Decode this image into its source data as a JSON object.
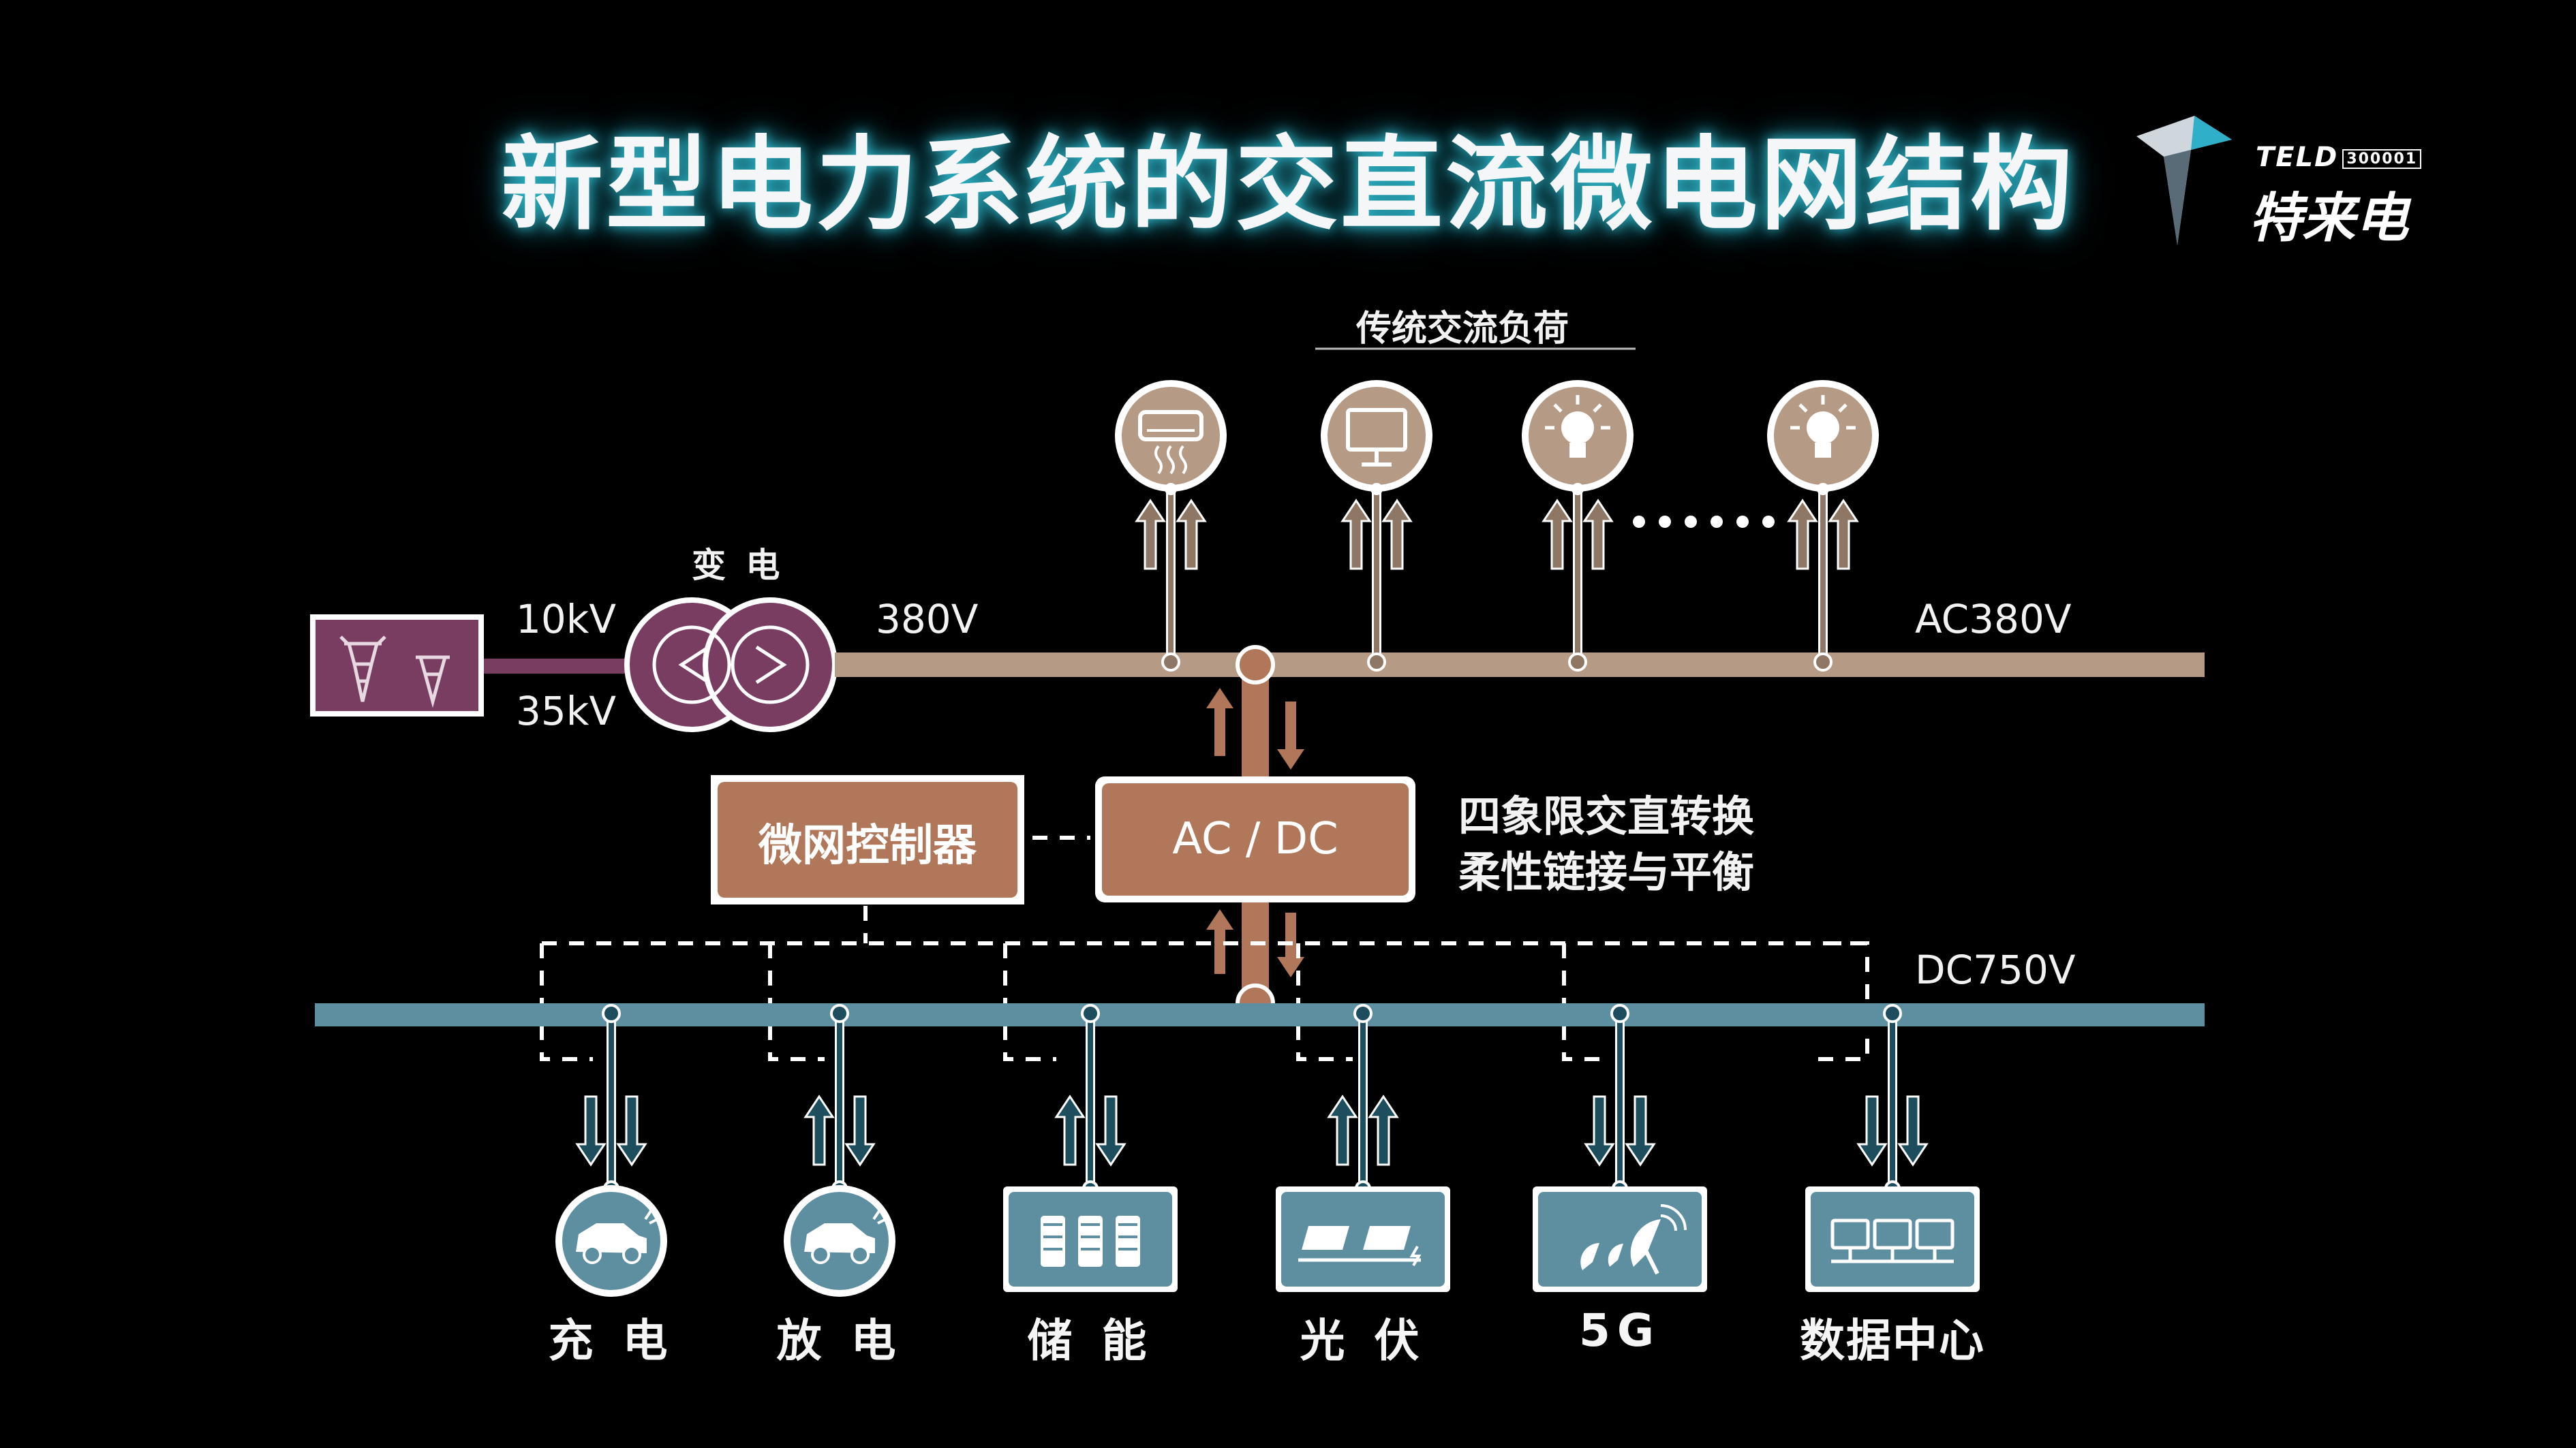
{
  "title": "新型电力系统的交直流微电网结构",
  "logo": {
    "brand_en": "TELD",
    "code": "300001",
    "brand_cn": "特来电"
  },
  "grid": {
    "label_transform": "变 电",
    "input_voltage_top": "10kV",
    "input_voltage_bottom": "35kV",
    "output_voltage": "380V"
  },
  "ac_bus": {
    "label": "AC380V",
    "color": "#b59b86"
  },
  "dc_bus": {
    "label": "DC750V",
    "color": "#5d8fa1"
  },
  "ac_loads": {
    "header": "传统交流负荷",
    "icons": [
      "air-conditioner-icon",
      "monitor-icon",
      "light-bulb-icon",
      "light-bulb-icon"
    ],
    "ellipsis": "……"
  },
  "converter": {
    "label": "AC / DC",
    "description_line1": "四象限交直转换",
    "description_line2": "柔性链接与平衡",
    "color": "#b0775a"
  },
  "controller": {
    "label": "微网控制器"
  },
  "dc_loads": [
    {
      "label": "充 电",
      "icon": "ev-charging-icon"
    },
    {
      "label": "放 电",
      "icon": "ev-discharge-icon"
    },
    {
      "label": "储 能",
      "icon": "battery-storage-icon"
    },
    {
      "label": "光 伏",
      "icon": "solar-panel-icon"
    },
    {
      "label": "5G",
      "icon": "satellite-dish-icon"
    },
    {
      "label": "数据中心",
      "icon": "data-center-icon"
    }
  ],
  "colors": {
    "grid_purple": "#7a3d62",
    "ac_stem": "#c9b09c",
    "dc_stem": "#1e4e5e"
  }
}
